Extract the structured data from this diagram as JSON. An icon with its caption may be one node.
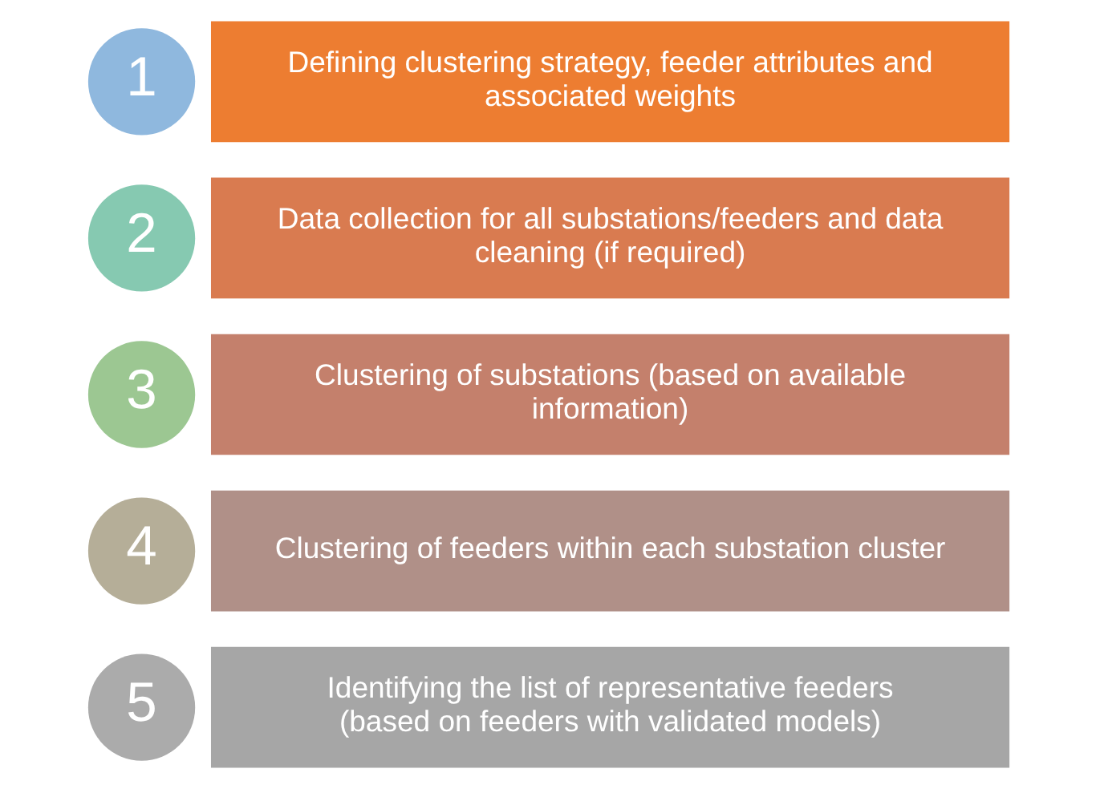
{
  "diagram": {
    "nodes": [
      {
        "text": [
          "1"
        ]
      },
      {
        "text": [
          "Defining clustering strategy, feeder attributes and associated weights"
        ]
      },
      {
        "text": [
          "2"
        ]
      },
      {
        "text": [
          "Data collection for all substations/feeders and data cleaning (if required)"
        ]
      },
      {
        "text": [
          "3"
        ]
      },
      {
        "text": [
          "Clustering of substations (based on available information)"
        ]
      },
      {
        "text": [
          "4"
        ]
      },
      {
        "text": [
          "Clustering of feeders within each substation cluster"
        ]
      },
      {
        "text": [
          "5"
        ]
      },
      {
        "text": [
          "Identifying the list of representative feeders (based on feeders with validated models)"
        ]
      }
    ]
  }
}
